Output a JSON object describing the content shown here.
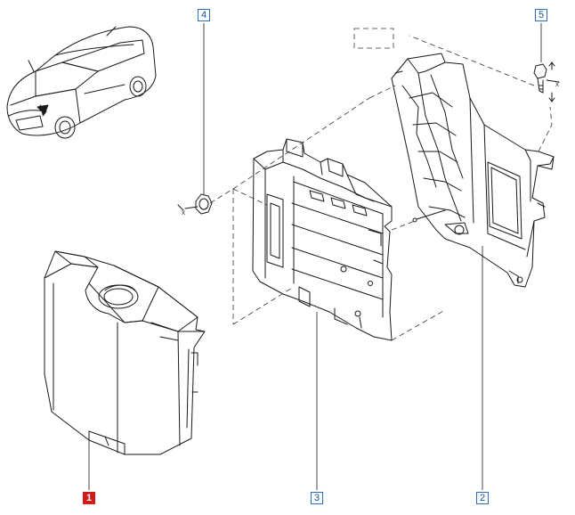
{
  "callouts": [
    {
      "id": "1",
      "label": "1",
      "active": true
    },
    {
      "id": "2",
      "label": "2",
      "active": false
    },
    {
      "id": "3",
      "label": "3",
      "active": false
    },
    {
      "id": "4",
      "label": "4",
      "active": false
    },
    {
      "id": "5",
      "label": "5",
      "active": false
    }
  ],
  "axis_marks": {
    "x": "x"
  },
  "colors": {
    "accent_active": "#d21a1a",
    "callout_border": "#2a6fb8",
    "line_art": "#1a1a1a"
  }
}
